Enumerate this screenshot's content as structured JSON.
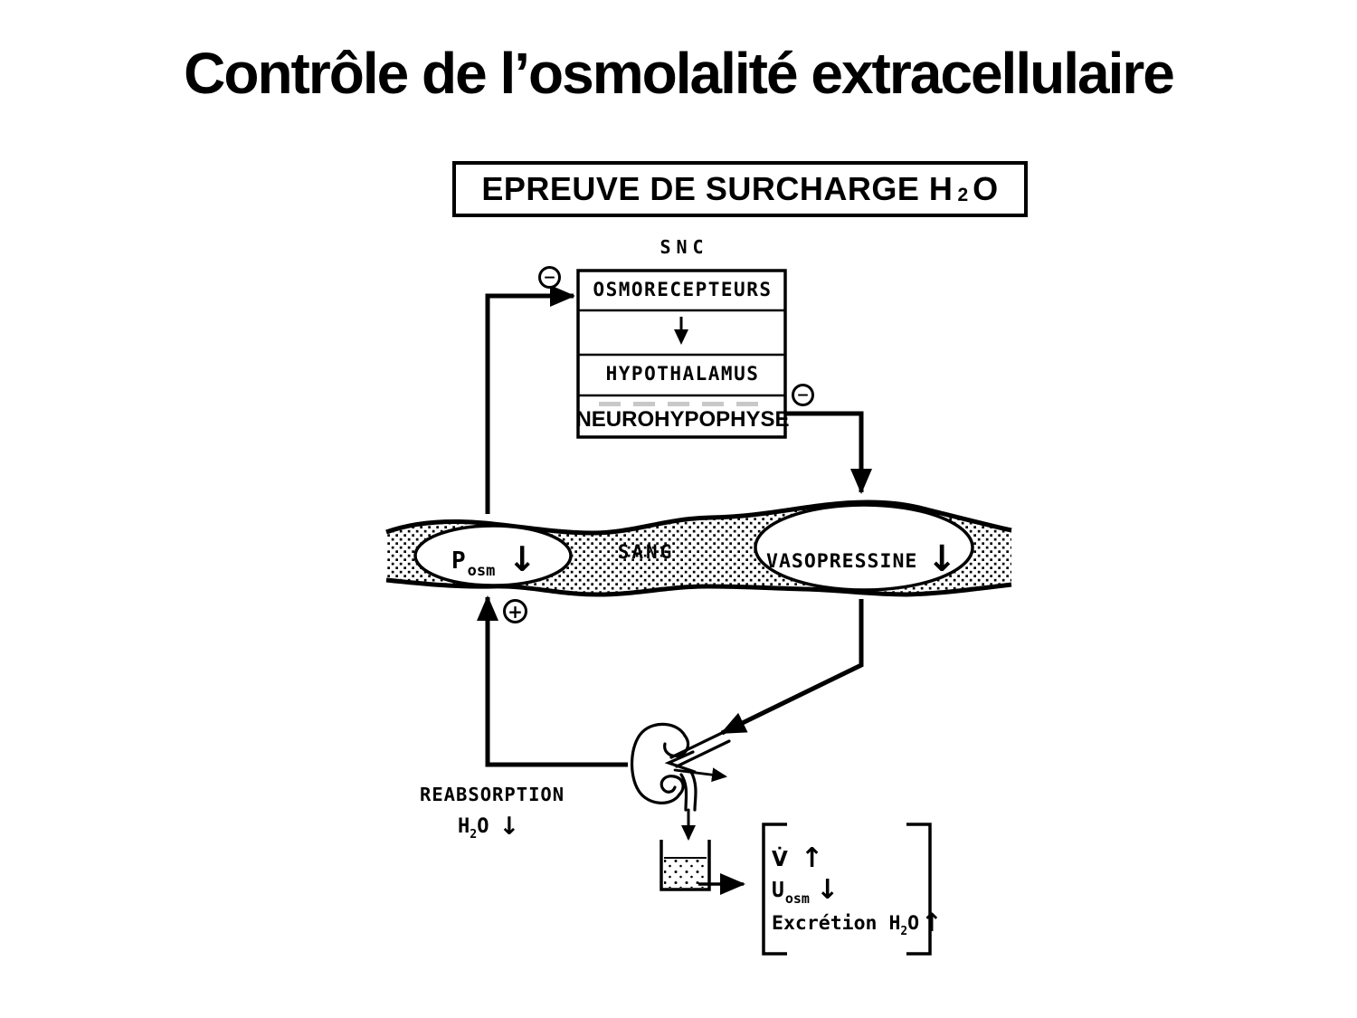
{
  "slide": {
    "title": "Contrôle de l’osmolalité extracellulaire",
    "banner": {
      "pre": "EPREUVE DE SURCHARGE H",
      "sub": "2",
      "post": "O"
    },
    "snc": "SNC",
    "cns_box": {
      "osmorecepteurs": "OSMORECEPTEURS",
      "hypothalamus": "HYPOTHALAMUS",
      "neurohypophyse": "NEUROHYPOPHYSE"
    },
    "blood": {
      "sang": "SANG",
      "posm": {
        "base": "P",
        "sub": "osm",
        "arrow": "↓"
      },
      "vasopressine": {
        "label": "VASOPRESSINE",
        "arrow": "↓"
      }
    },
    "signs": {
      "minus_osmorecepteurs": "−",
      "minus_neurohypophyse": "−",
      "plus_posm": "+"
    },
    "reabsorption": {
      "title": "REABSORPTION",
      "h2o": {
        "pre": "H",
        "sub": "2",
        "post": "O",
        "arrow": "↓"
      }
    },
    "results": {
      "flow": {
        "base": "V̇",
        "arrow": "↑"
      },
      "uosm": {
        "base": "U",
        "sub": "osm",
        "arrow": "↓"
      },
      "excretion": {
        "pre": "Excrétion H",
        "sub": "2",
        "post": "O",
        "arrow": "↑"
      }
    }
  }
}
